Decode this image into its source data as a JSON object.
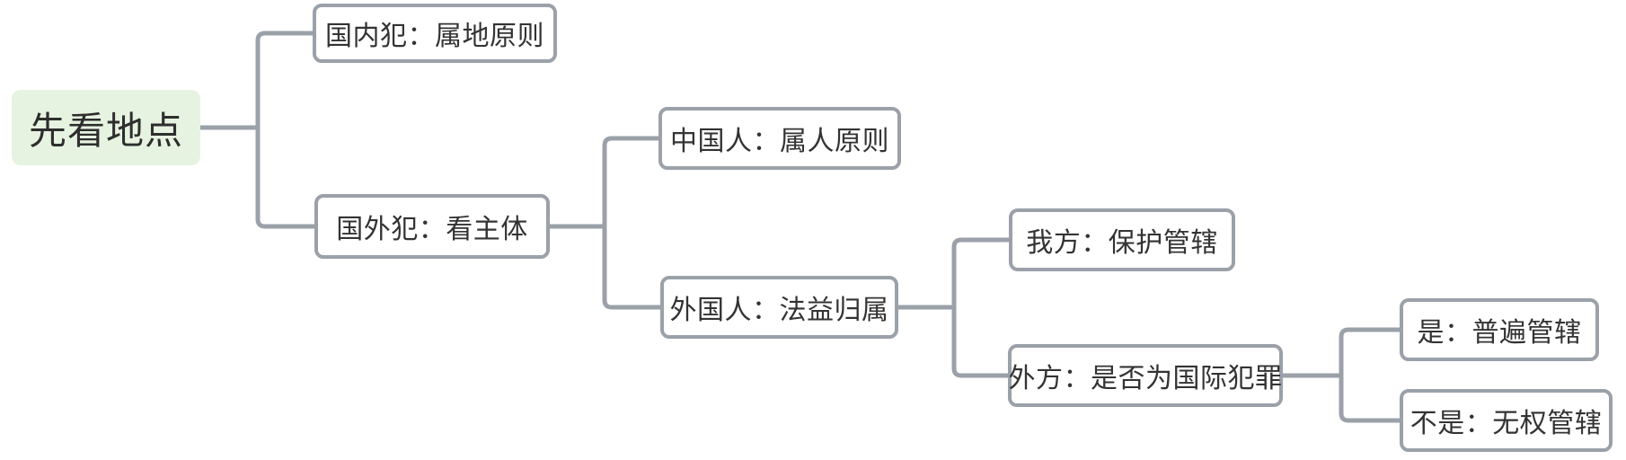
{
  "diagram": {
    "type": "mindmap-tree",
    "nodes": [
      {
        "id": "root",
        "label": "先看地点"
      },
      {
        "id": "domestic-offense",
        "label": "国内犯：属地原则"
      },
      {
        "id": "foreign-offense",
        "label": "国外犯：看主体"
      },
      {
        "id": "chinese-national",
        "label": "中国人：属人原则"
      },
      {
        "id": "foreigner",
        "label": "外国人：法益归属"
      },
      {
        "id": "our-side",
        "label": "我方：保护管辖"
      },
      {
        "id": "foreign-side",
        "label": "外方：是否为国际犯罪"
      },
      {
        "id": "yes-universal",
        "label": "是：普遍管辖"
      },
      {
        "id": "no-jurisdiction",
        "label": "不是：无权管辖"
      }
    ],
    "edges": [
      {
        "from": "root",
        "to": "domestic-offense"
      },
      {
        "from": "root",
        "to": "foreign-offense"
      },
      {
        "from": "foreign-offense",
        "to": "chinese-national"
      },
      {
        "from": "foreign-offense",
        "to": "foreigner"
      },
      {
        "from": "foreigner",
        "to": "our-side"
      },
      {
        "from": "foreigner",
        "to": "foreign-side"
      },
      {
        "from": "foreign-side",
        "to": "yes-universal"
      },
      {
        "from": "foreign-side",
        "to": "no-jurisdiction"
      }
    ],
    "colors": {
      "root_fill": "#e7f3e1",
      "node_fill": "#ffffff",
      "node_border": "#9aa1a9",
      "connector": "#9aa1a9",
      "text": "#333333"
    }
  }
}
